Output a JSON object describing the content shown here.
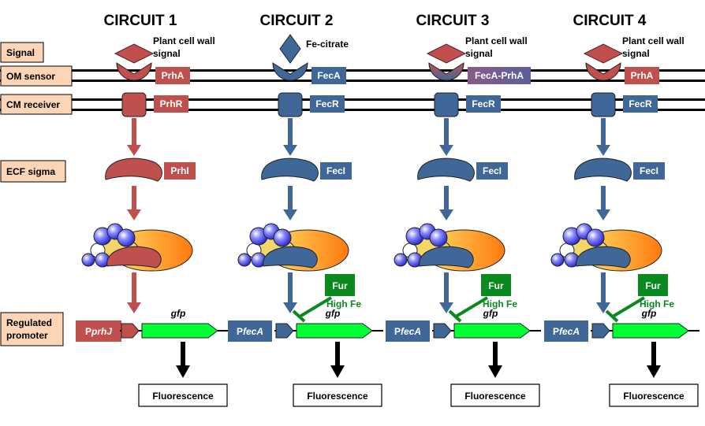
{
  "rows": {
    "signal": "Signal",
    "om_sensor": "OM sensor",
    "cm_receiver": "CM receiver",
    "ecf_sigma": "ECF sigma",
    "regulated_promoter_line1": "Regulated",
    "regulated_promoter_line2": "promoter"
  },
  "circuits": [
    {
      "title": "CIRCUIT 1",
      "signal_line1": "Plant cell wall",
      "signal_line2": "signal",
      "sensor": "PrhA",
      "receiver": "PrhR",
      "sigma": "PrhI",
      "promoter_prefix": "P",
      "promoter_italic": "prhJ",
      "gene": "gfp",
      "output": "Fluorescence",
      "color": "#c0504d"
    },
    {
      "title": "CIRCUIT 2",
      "signal_line1": "Fe-citrate",
      "signal_line2": "",
      "sensor": "FecA",
      "receiver": "FecR",
      "sigma": "FecI",
      "promoter_prefix": "P",
      "promoter_italic": "fecA",
      "gene": "gfp",
      "repressor": "Fur",
      "repressor_condition": "High Fe",
      "output": "Fluorescence",
      "color": "#3f6898"
    },
    {
      "title": "CIRCUIT 3",
      "signal_line1": "Plant cell wall",
      "signal_line2": "signal",
      "sensor": "FecA-PrhA",
      "receiver": "FecR",
      "sigma": "FecI",
      "promoter_prefix": "P",
      "promoter_italic": "fecA",
      "gene": "gfp",
      "repressor": "Fur",
      "repressor_condition": "High Fe",
      "output": "Fluorescence",
      "color": "#3f6898"
    },
    {
      "title": "CIRCUIT 4",
      "signal_line1": "Plant cell wall",
      "signal_line2": "signal",
      "sensor": "PrhA",
      "receiver": "FecR",
      "sigma": "FecI",
      "promoter_prefix": "P",
      "promoter_italic": "fecA",
      "gene": "gfp",
      "repressor": "Fur",
      "repressor_condition": "High Fe",
      "output": "Fluorescence",
      "color": "#3f6898"
    }
  ],
  "colors": {
    "red": "#c0504d",
    "blue": "#3f6898",
    "green": "#00ff33",
    "dark_green": "#0a8a1e",
    "row_label_bg": "#fbd5b5"
  }
}
